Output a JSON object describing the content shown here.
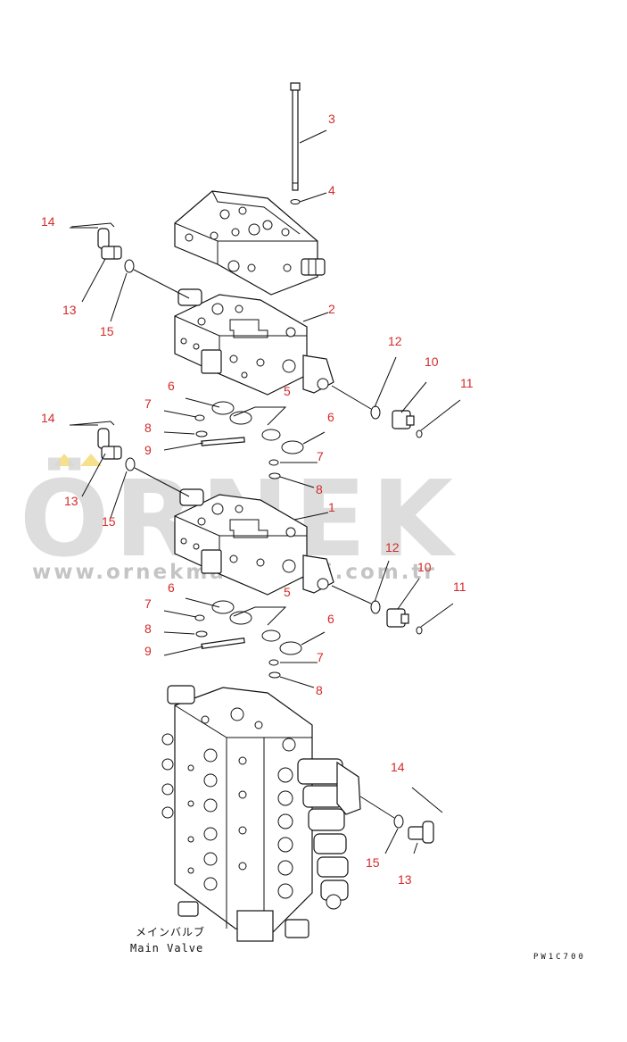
{
  "watermark": {
    "brand": "ÖRNEK",
    "url": "www.ornekmakinalari.com.tr"
  },
  "caption": {
    "jp": "メインバルブ",
    "en": "Main Valve"
  },
  "figure_code": "PW1C700",
  "callouts": {
    "c3": "3",
    "c4": "4",
    "c14a": "14",
    "c13a": "13",
    "c15a": "15",
    "c2": "2",
    "c12a": "12",
    "c10a": "10",
    "c11a": "11",
    "c6a": "6",
    "c5a": "5",
    "c7a": "7",
    "c8a": "8",
    "c9a": "9",
    "c6b": "6",
    "c7b": "7",
    "c14b": "14",
    "c13b": "13",
    "c8b": "8",
    "c15b": "15",
    "c1": "1",
    "c12b": "12",
    "c10b": "10",
    "c11b": "11",
    "c6c": "6",
    "c5b": "5",
    "c7c": "7",
    "c8c": "8",
    "c9b": "9",
    "c6d": "6",
    "c7d": "7",
    "c8d": "8",
    "c14c": "14",
    "c15c": "15",
    "c13c": "13"
  }
}
